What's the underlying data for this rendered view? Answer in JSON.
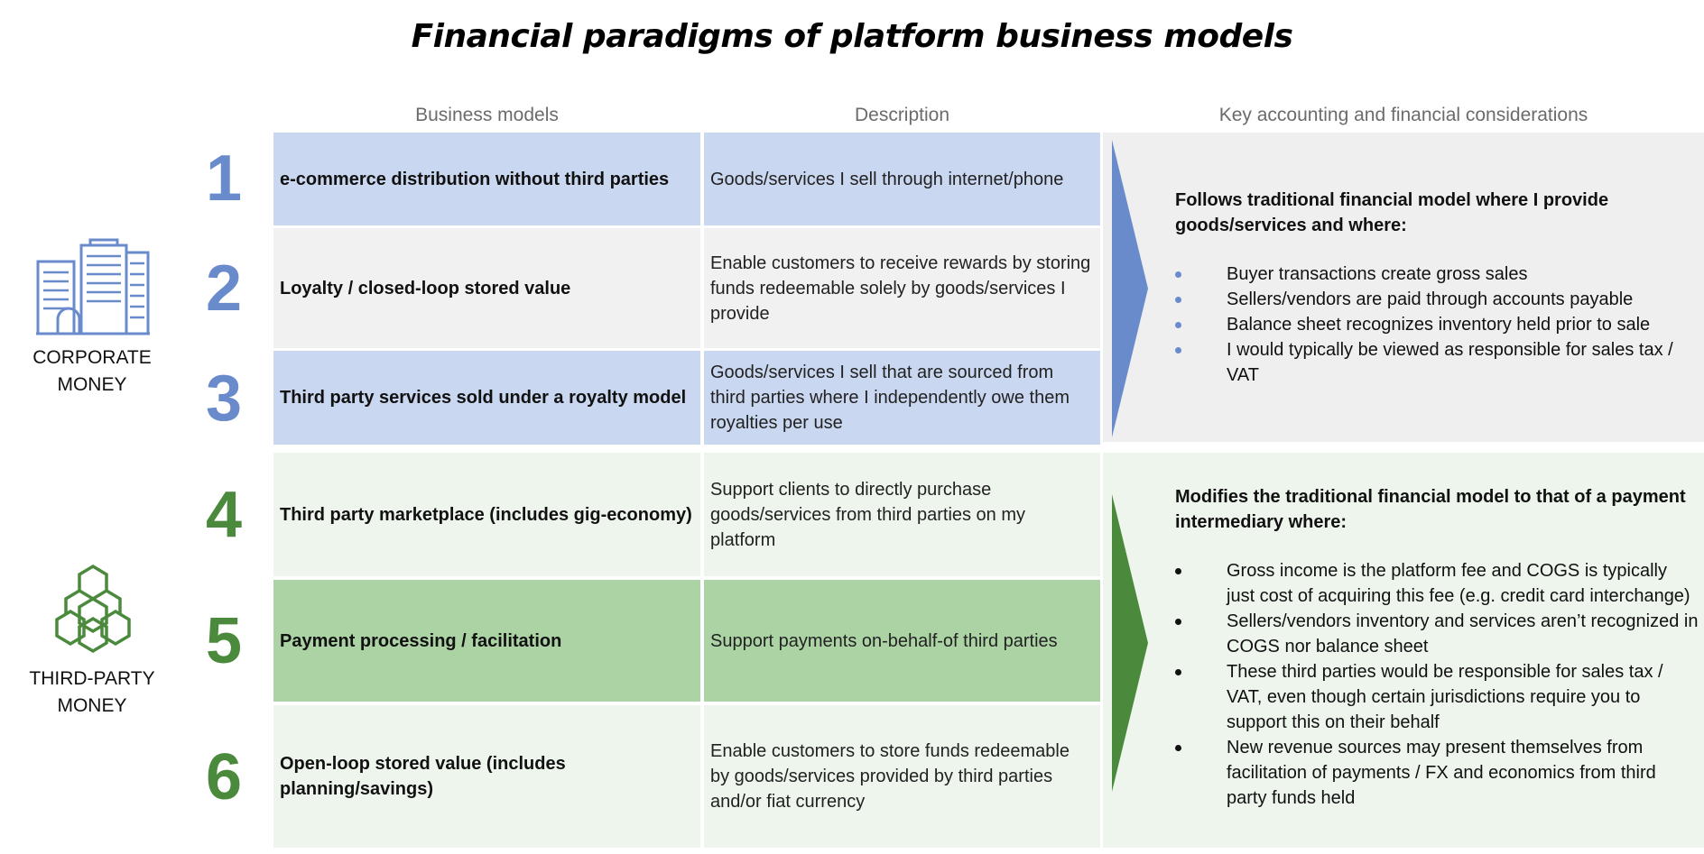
{
  "title": "Financial paradigms of platform business models",
  "columns": {
    "models": "Business models",
    "description": "Description",
    "considerations": "Key accounting and financial considerations"
  },
  "groups": {
    "corporate": {
      "label_line1": "CORPORATE",
      "label_line2": "MONEY",
      "icon": "office-buildings-icon"
    },
    "third_party": {
      "label_line1": "THIRD-PARTY",
      "label_line2": "MONEY",
      "icon": "hexagon-network-icon"
    }
  },
  "rows": [
    {
      "number": "1",
      "model": "e-commerce distribution without third parties",
      "description": "Goods/services I sell through internet/phone"
    },
    {
      "number": "2",
      "model": "Loyalty / closed-loop stored value",
      "description": "Enable customers to receive rewards by storing funds redeemable solely by goods/services I provide"
    },
    {
      "number": "3",
      "model": "Third party services sold under a royalty model",
      "description": "Goods/services I sell that are sourced from third parties where I independently owe them royalties per use"
    },
    {
      "number": "4",
      "model": "Third party marketplace (includes gig-economy)",
      "description": "Support clients to directly purchase goods/services from third parties on my platform"
    },
    {
      "number": "5",
      "model": "Payment processing / facilitation",
      "description": "Support payments on-behalf-of third parties"
    },
    {
      "number": "6",
      "model": "Open-loop stored value (includes planning/savings)",
      "description": "Enable customers to store funds redeemable by goods/services provided by third parties and/or fiat currency"
    }
  ],
  "considerations": {
    "corporate": {
      "lead": "Follows traditional financial model where I provide goods/services and where:",
      "bullets": [
        "Buyer transactions create gross sales",
        "Sellers/vendors are paid through accounts payable",
        "Balance sheet recognizes inventory held prior to sale",
        "I would typically be viewed as responsible for sales tax / VAT"
      ]
    },
    "third_party": {
      "lead": "Modifies the traditional financial model to that of a payment intermediary where:",
      "bullets": [
        "Gross income is the platform fee and COGS is typically just cost of acquiring this fee (e.g. credit card interchange)",
        "Sellers/vendors inventory and services aren’t recognized in COGS nor balance sheet",
        "These third parties would be responsible for sales tax / VAT, even though certain jurisdictions require you to support this on their behalf",
        "New revenue sources may present themselves from facilitation of payments / FX and economics from third party funds held"
      ]
    }
  },
  "colors": {
    "corporate_accent": "#6a8bcb",
    "third_party_accent": "#4b8a3c",
    "row_blue": "#cad7f0",
    "row_gray": "#f1f1f1",
    "row_light_green": "#edf5ed",
    "row_green": "#acd3a4"
  }
}
